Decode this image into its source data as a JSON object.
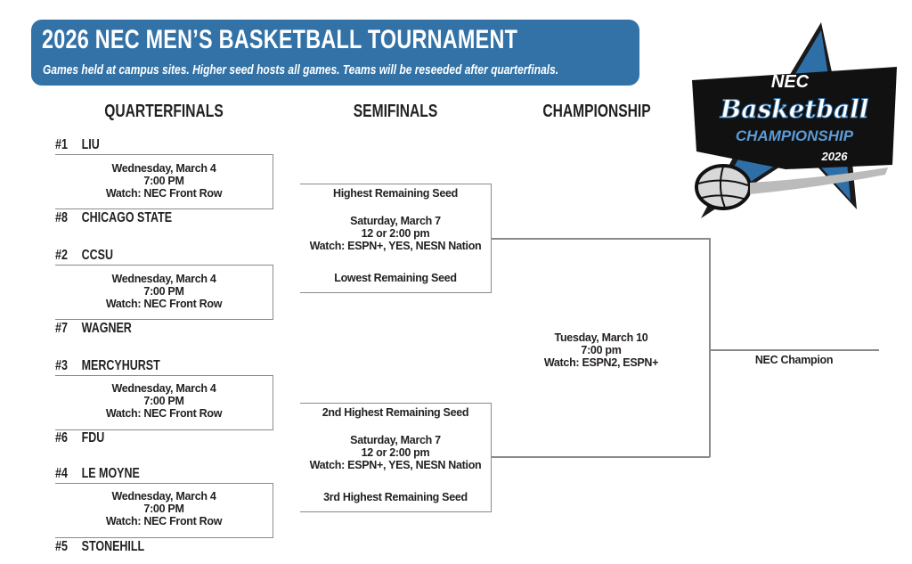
{
  "header": {
    "title": "2026 NEC MEN’S BASKETBALL TOURNAMENT",
    "subtitle": "Games held at campus sites. Higher seed hosts all games. Teams will be reseeded after quarterfinals."
  },
  "rounds": {
    "quarterfinals": "QUARTERFINALS",
    "semifinals": "SEMIFINALS",
    "championship": "CHAMPIONSHIP"
  },
  "quarterfinals": [
    {
      "top": {
        "seed": "#1",
        "team": "LIU"
      },
      "bottom": {
        "seed": "#8",
        "team": "CHICAGO STATE"
      },
      "date": "Wednesday, March 4",
      "time": "7:00 PM",
      "watch": "Watch: NEC Front Row"
    },
    {
      "top": {
        "seed": "#2",
        "team": "CCSU"
      },
      "bottom": {
        "seed": "#7",
        "team": "WAGNER"
      },
      "date": "Wednesday, March 4",
      "time": "7:00 PM",
      "watch": "Watch: NEC Front Row"
    },
    {
      "top": {
        "seed": "#3",
        "team": "MERCYHURST"
      },
      "bottom": {
        "seed": "#6",
        "team": "FDU"
      },
      "date": "Wednesday, March 4",
      "time": "7:00 PM",
      "watch": "Watch: NEC Front Row"
    },
    {
      "top": {
        "seed": "#4",
        "team": "LE MOYNE"
      },
      "bottom": {
        "seed": "#5",
        "team": "STONEHILL"
      },
      "date": "Wednesday, March 4",
      "time": "7:00 PM",
      "watch": "Watch: NEC Front Row"
    }
  ],
  "semifinals": [
    {
      "top": "Highest Remaining Seed",
      "bottom": "Lowest Remaining Seed",
      "date": "Saturday, March 7",
      "time": "12 or 2:00 pm",
      "watch": "Watch: ESPN+, YES, NESN Nation"
    },
    {
      "top": "2nd Highest Remaining Seed",
      "bottom": "3rd Highest Remaining Seed",
      "date": "Saturday, March 7",
      "time": "12 or 2:00 pm",
      "watch": "Watch: ESPN+, YES, NESN Nation"
    }
  ],
  "championship": {
    "date": "Tuesday, March 10",
    "time": "7:00 pm",
    "watch": "Watch: ESPN2, ESPN+",
    "winner": "NEC Champion"
  },
  "logo": {
    "line1": "NEC",
    "line2": "Basketball",
    "line3": "CHAMPIONSHIP",
    "line4": "2026"
  },
  "colors": {
    "brand_blue": "#3272a6",
    "line_gray": "#8a8a8a"
  }
}
